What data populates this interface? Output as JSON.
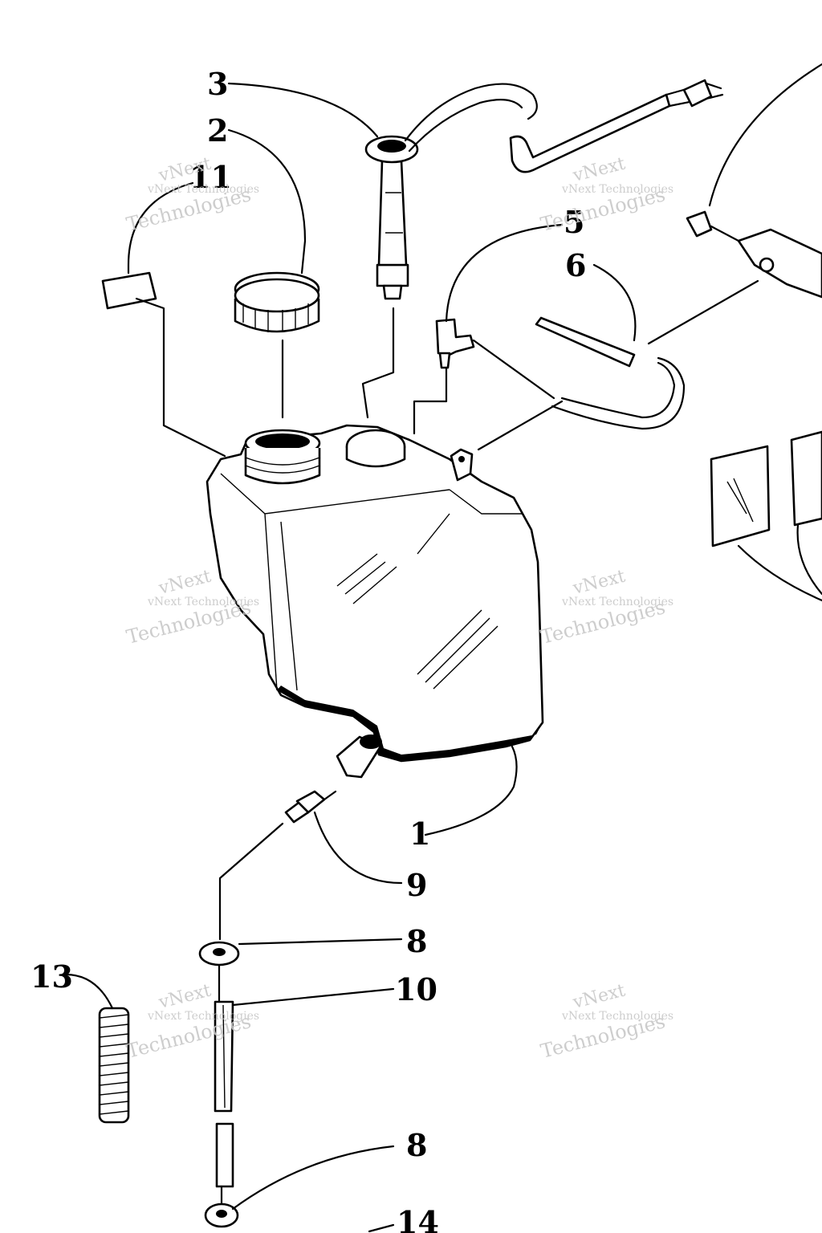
{
  "callouts": {
    "c1": "1",
    "c2": "2",
    "c3": "3",
    "c5": "5",
    "c6": "6",
    "c8a": "8",
    "c8b": "8",
    "c9": "9",
    "c10": "10",
    "c11": "11",
    "c13": "13",
    "c14": "14"
  },
  "watermark": {
    "line1": "vNext Technologies",
    "line2": "vNext",
    "line3": "Technologies"
  }
}
